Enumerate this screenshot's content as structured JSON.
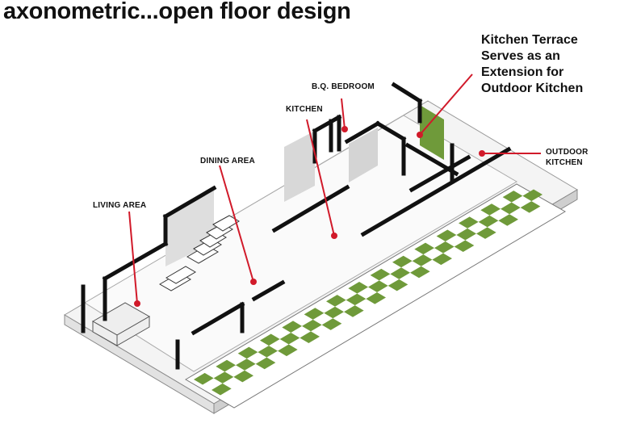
{
  "title": "axonometric...open floor design",
  "labels": {
    "living_area": "LIVING AREA",
    "dining_area": "DINING AREA",
    "kitchen": "KITCHEN",
    "bq_bedroom": "B.Q. BEDROOM",
    "outdoor_kitchen_line1": "OUTDOOR",
    "outdoor_kitchen_line2": "KITCHEN",
    "terrace_line1": "Kitchen Terrace",
    "terrace_line2": "Serves as an",
    "terrace_line3": "Extension for",
    "terrace_line4": "Outdoor Kitchen"
  },
  "colors": {
    "wall": "#111111",
    "floor": "#f3f3f3",
    "wall_face": "#d9d9d9",
    "grass": "#6f9a3a",
    "pointer": "#d11a2a"
  }
}
